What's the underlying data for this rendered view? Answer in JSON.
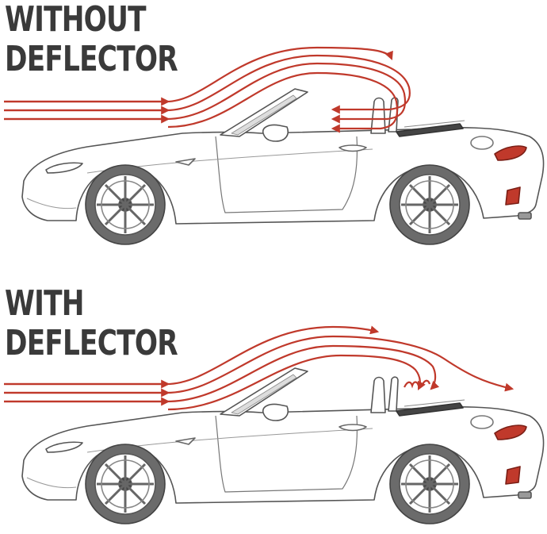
{
  "panels": [
    {
      "heading_line1": "WITHOUT",
      "heading_line2": "DEFLECTOR"
    },
    {
      "heading_line1": "WITH",
      "heading_line2": "DEFLECTOR"
    }
  ],
  "colors": {
    "airflow": "#c0392b",
    "heading": "#3a3a3a",
    "car_outline": "#555555",
    "car_fill": "#ffffff",
    "tire": "#6b6b6b",
    "taillight": "#c0392b"
  }
}
